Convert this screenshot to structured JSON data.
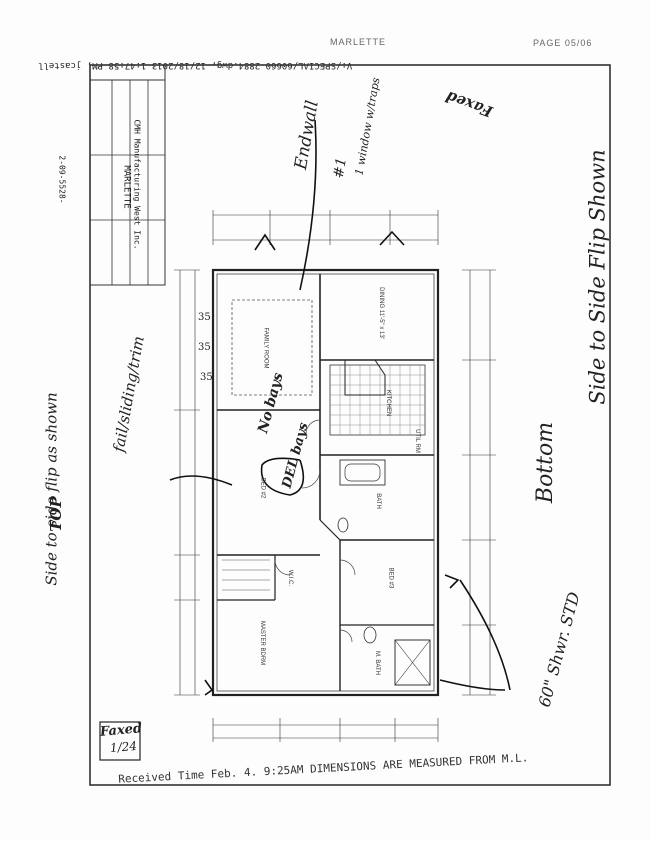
{
  "header": {
    "left_text": "MARLETTE",
    "page_text": "PAGE 05/06"
  },
  "file_stamp": "V:/SPECIAL/60660-2884.dwg, 12/18/2013 1:47:58 PM, jcastell",
  "title_block": {
    "drawing_number": "2-09-5528-",
    "company": "CMH Manufacturing West Inc.",
    "model": "MARLETTE",
    "dimensions_note": "DIMENSIONS ARE MEASURED FROM M.L."
  },
  "rooms": {
    "dining": "DINING 11'-5\" x 13'",
    "kitchen": "KITCHEN",
    "family": "FAMILY ROOM",
    "bed2": "BED #2",
    "master": "MASTER BDRM",
    "bed3": "BED #3",
    "util": "UTIL RM",
    "bath": "BATH",
    "mbath": "M. BATH",
    "closet": "W.I.C."
  },
  "handwriting": {
    "faxed_top": "Faxed",
    "endwall": "Endwall",
    "window_note": "1 window w/traps",
    "ref_mark": "#1",
    "bottom_label": "Bottom",
    "side_flip": "Side to Side Flip Shown",
    "top_label": "TOP",
    "side_flip_left": "Side to side flip as shown",
    "tub_shower": "60\" Shwr. STD",
    "no_bays": "No bays",
    "del_bays": "DEL bays",
    "hand_left": "fail/sliding/trim",
    "faxed_bottom": "Faxed",
    "faxed_date": "1/24"
  },
  "received_line": "Received Time Feb. 4. 9:25AM",
  "dimensions_note_bottom": "DIMENSIONS ARE MEASURED FROM M.L."
}
